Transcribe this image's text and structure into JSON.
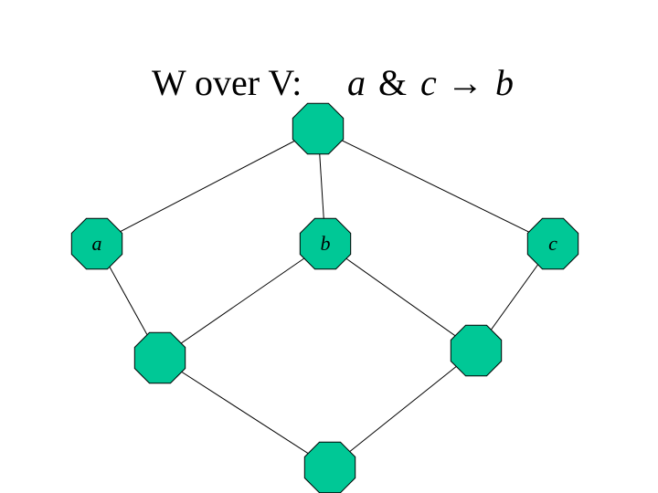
{
  "title": {
    "prefix": "W over V:",
    "a": "a",
    "amp": "&",
    "c": "c",
    "arrow": "→",
    "b": "b"
  },
  "colors": {
    "node_fill": "#00c896",
    "edge": "#000000",
    "background": "#ffffff"
  },
  "nodes": [
    {
      "id": "top",
      "label": ""
    },
    {
      "id": "a",
      "label": "a"
    },
    {
      "id": "b",
      "label": "b"
    },
    {
      "id": "c",
      "label": "c"
    },
    {
      "id": "ab",
      "label": ""
    },
    {
      "id": "bc",
      "label": ""
    },
    {
      "id": "bottom",
      "label": ""
    }
  ],
  "edges": [
    [
      "top",
      "a"
    ],
    [
      "top",
      "b"
    ],
    [
      "top",
      "c"
    ],
    [
      "a",
      "ab"
    ],
    [
      "b",
      "ab"
    ],
    [
      "b",
      "bc"
    ],
    [
      "c",
      "bc"
    ],
    [
      "ab",
      "bottom"
    ],
    [
      "bc",
      "bottom"
    ]
  ]
}
